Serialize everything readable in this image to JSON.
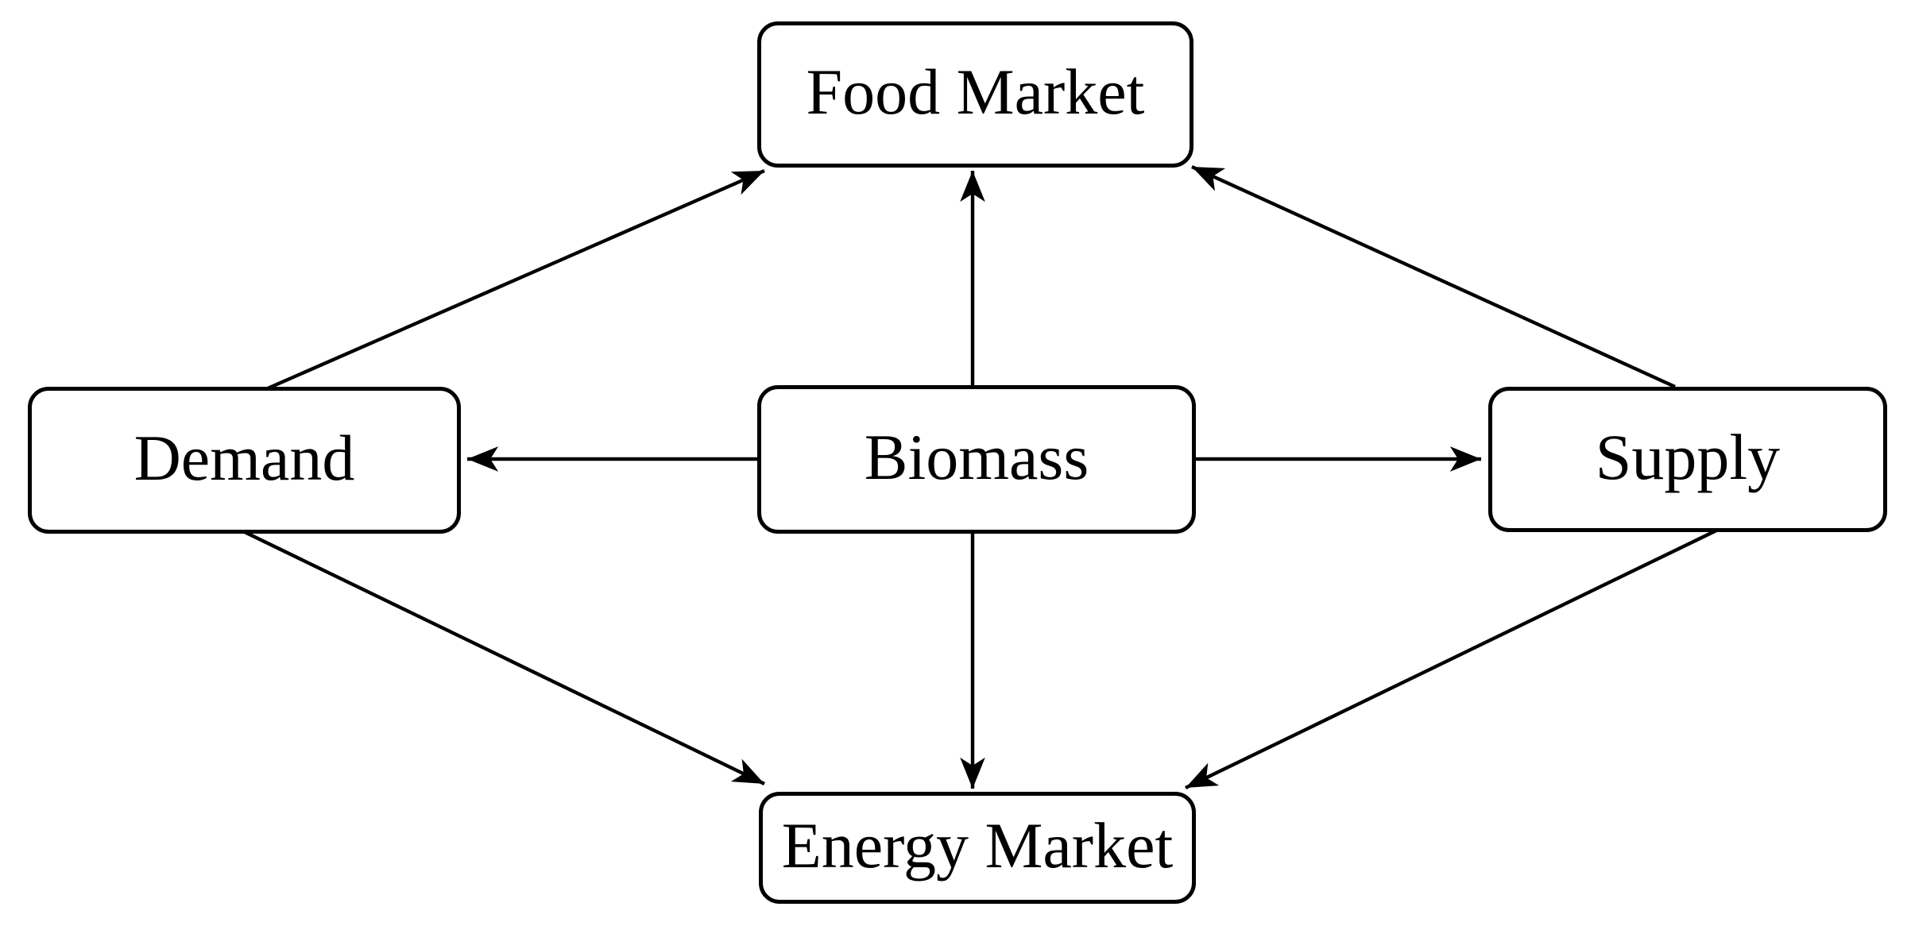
{
  "diagram": {
    "background_color": "#ffffff",
    "line_color": "#000000",
    "box_fill_color": "#ffffff",
    "box_border_color": "#000000",
    "text_color": "#000000",
    "nodes": {
      "food_market": {
        "label": "Food Market"
      },
      "demand": {
        "label": "Demand"
      },
      "biomass": {
        "label": "Biomass"
      },
      "supply": {
        "label": "Supply"
      },
      "energy_market": {
        "label": "Energy Market"
      }
    },
    "edges": [
      {
        "from": "Demand",
        "to": "Food Market"
      },
      {
        "from": "Biomass",
        "to": "Food Market"
      },
      {
        "from": "Supply",
        "to": "Food Market"
      },
      {
        "from": "Biomass",
        "to": "Demand"
      },
      {
        "from": "Biomass",
        "to": "Supply"
      },
      {
        "from": "Demand",
        "to": "Energy Market"
      },
      {
        "from": "Biomass",
        "to": "Energy Market"
      },
      {
        "from": "Supply",
        "to": "Energy Market"
      }
    ]
  }
}
